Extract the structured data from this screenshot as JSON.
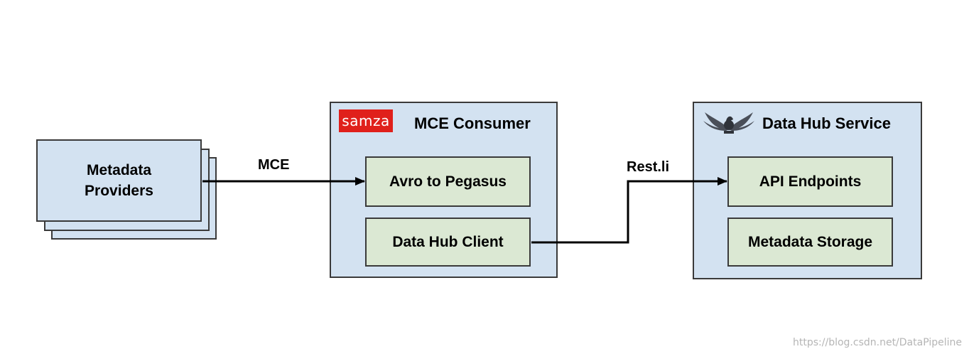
{
  "colors": {
    "group_fill": "#d3e2f1",
    "component_fill": "#dbe8d3",
    "border": "#3a3a3a",
    "samza_red": "#e0201b",
    "wire": "#000000"
  },
  "providers": {
    "label_line1": "Metadata",
    "label_line2": "Providers"
  },
  "mce_consumer": {
    "logo_text": "samza",
    "title": "MCE Consumer",
    "components": [
      "Avro to Pegasus",
      "Data Hub Client"
    ]
  },
  "data_hub_service": {
    "logo_icon": "restli-eagle-icon",
    "title": "Data Hub Service",
    "components": [
      "API Endpoints",
      "Metadata Storage"
    ]
  },
  "edges": {
    "mce_label": "MCE",
    "restli_label": "Rest.li"
  },
  "watermark": "https://blog.csdn.net/DataPipeline"
}
